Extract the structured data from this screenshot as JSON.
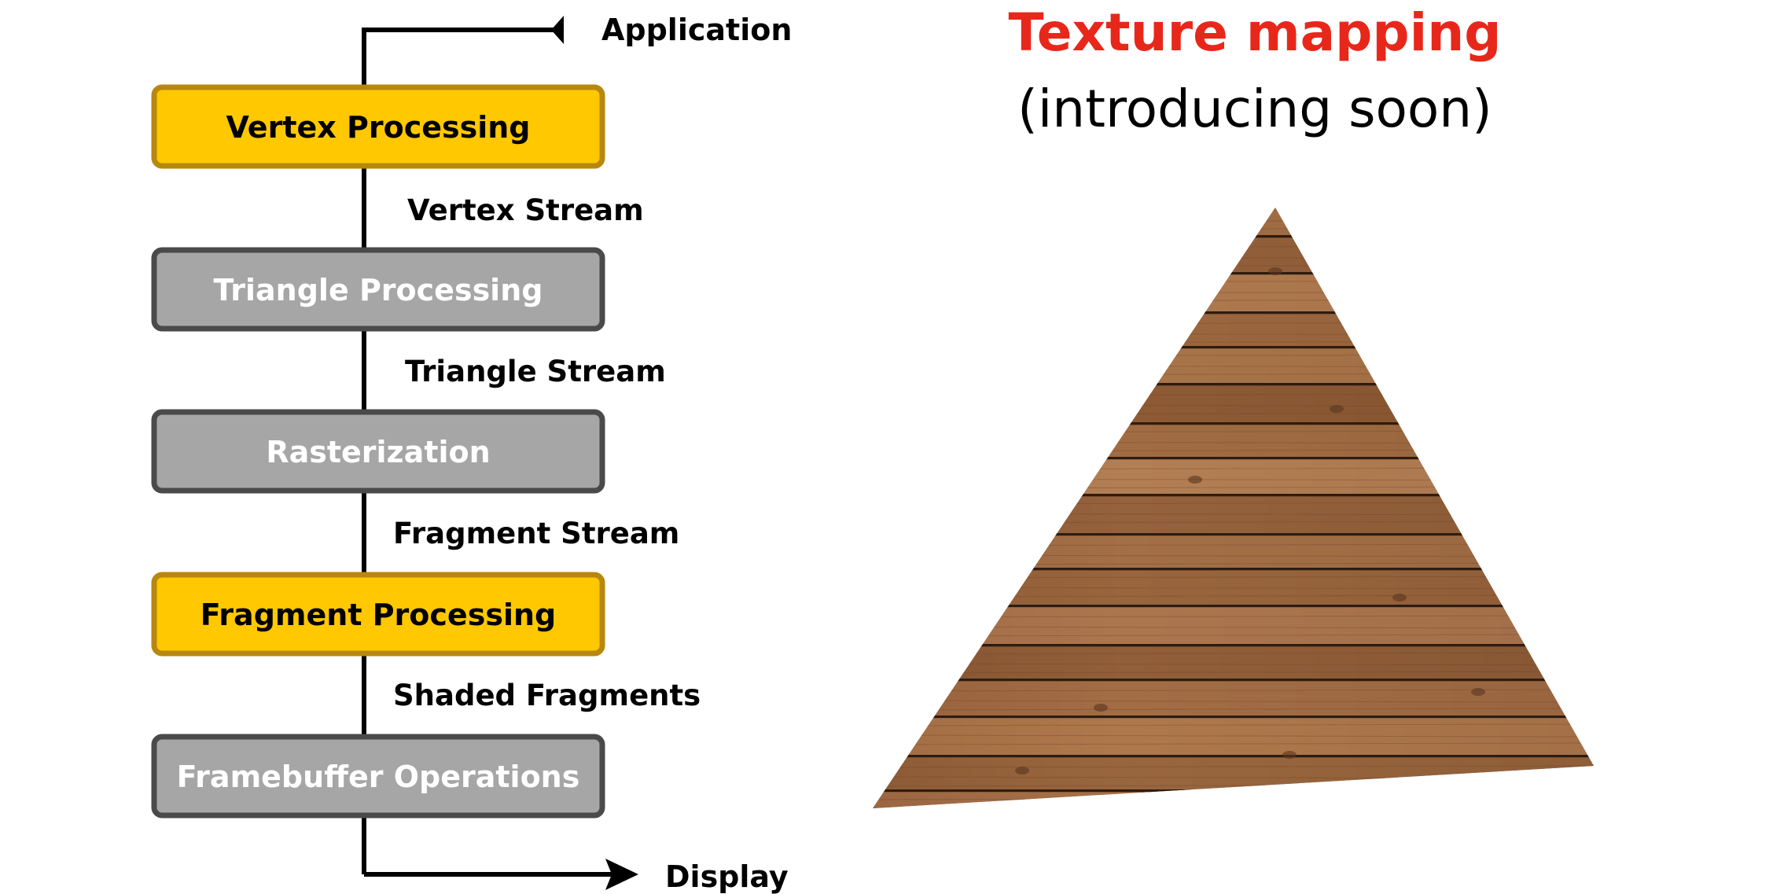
{
  "pipeline": {
    "start_label": "Application",
    "end_label": "Display",
    "stages": [
      {
        "label": "Vertex Processing",
        "state": "highlighted"
      },
      {
        "label": "Triangle Processing",
        "state": "inactive"
      },
      {
        "label": "Rasterization",
        "state": "inactive"
      },
      {
        "label": "Fragment Processing",
        "state": "highlighted"
      },
      {
        "label": "Framebuffer Operations",
        "state": "inactive"
      }
    ],
    "streams": [
      {
        "label": "Vertex Stream"
      },
      {
        "label": "Triangle Stream"
      },
      {
        "label": "Fragment Stream"
      },
      {
        "label": "Shaded Fragments"
      }
    ]
  },
  "heading": {
    "title": "Texture mapping",
    "subtitle": "(introducing soon)"
  },
  "colors": {
    "highlight_fill": "#FFC800",
    "highlight_border": "#B8870F",
    "inactive_fill": "#A6A6A6",
    "inactive_border": "#4A4A4A",
    "highlight_text": "#000000",
    "inactive_text": "#FFFFFF",
    "title": "#E8271B",
    "wood_light": "#B07A4F",
    "wood_dark": "#6E4427",
    "wood_gap": "#2E1C10"
  }
}
